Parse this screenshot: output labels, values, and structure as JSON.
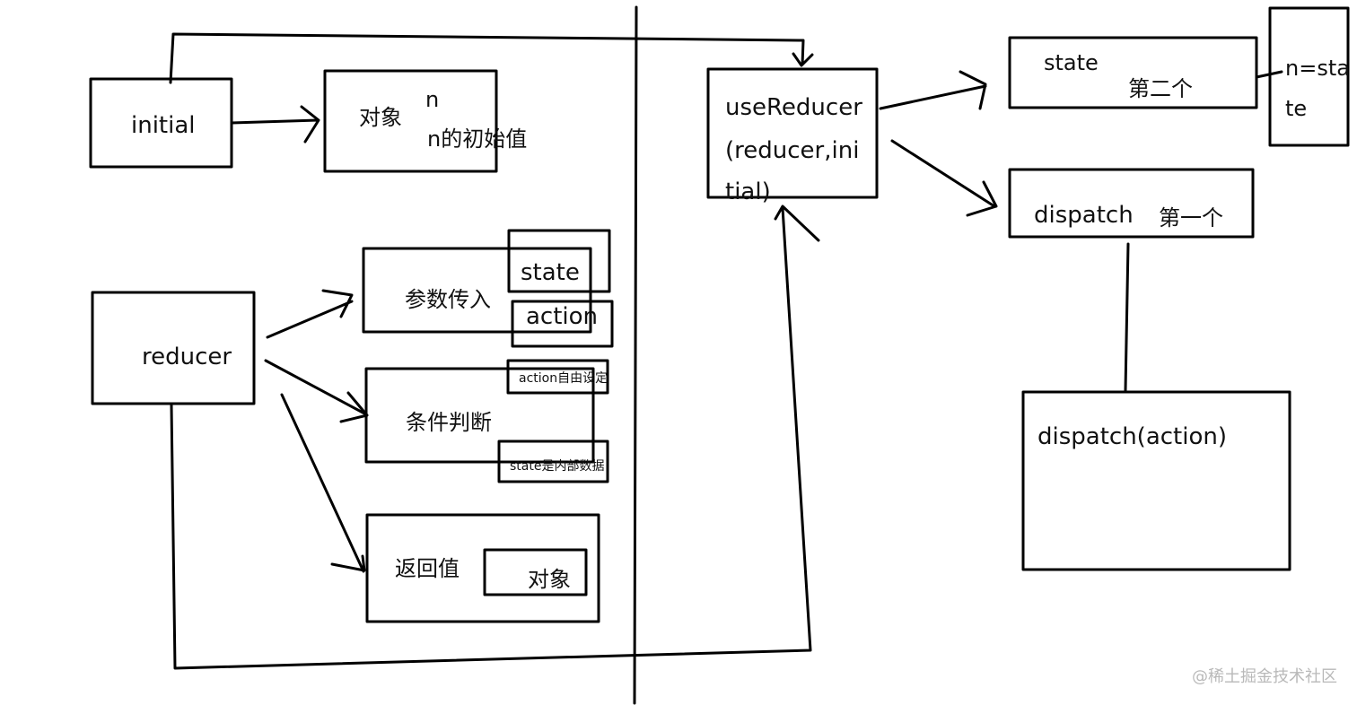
{
  "colors": {
    "ink": "#000000",
    "watermark": "#b9b9b9",
    "background": "#ffffff"
  },
  "nodes": {
    "initial": "initial",
    "object": "对象",
    "object_n": "n",
    "object_n_initial": "n的初始值",
    "reducer": "reducer",
    "params_in": "参数传入",
    "state": "state",
    "action": "action",
    "action_free": "action自由设定",
    "condition": "条件判断",
    "state_internal": "state是内部数据",
    "return_value": "返回值",
    "return_object": "对象",
    "use_reducer_line1": "useReducer",
    "use_reducer_line2": "(reducer,ini",
    "use_reducer_line3": "tial)",
    "out_state": "state",
    "second": "第二个",
    "n_state_line1": "n=sta",
    "n_state_line2": "te",
    "out_dispatch": "dispatch",
    "first": "第一个",
    "dispatch_action": "dispatch(action)"
  },
  "watermark": "@稀土掘金技术社区"
}
